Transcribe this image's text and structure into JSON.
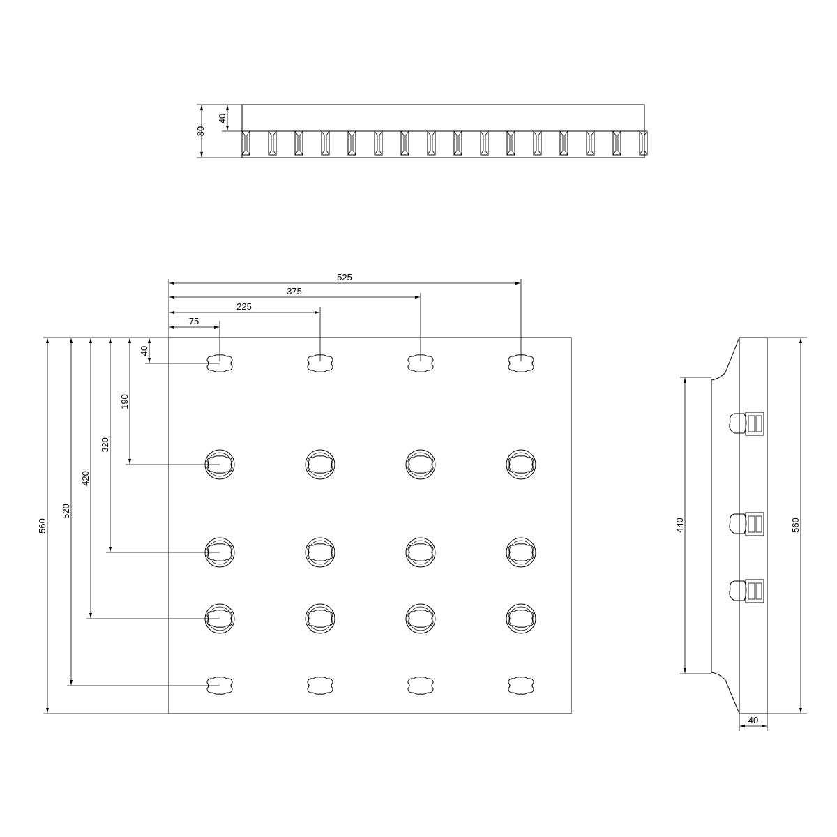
{
  "top_view": {
    "dims": {
      "height_total": "80",
      "height_part": "40"
    },
    "slot_count": 16
  },
  "front_view": {
    "horizontal_dims": [
      "75",
      "225",
      "375",
      "525"
    ],
    "vertical_dims": [
      "40",
      "190",
      "320",
      "420",
      "520",
      "560"
    ]
  },
  "side_view": {
    "dims": {
      "inner_height": "440",
      "total_height": "560",
      "depth": "40"
    }
  }
}
